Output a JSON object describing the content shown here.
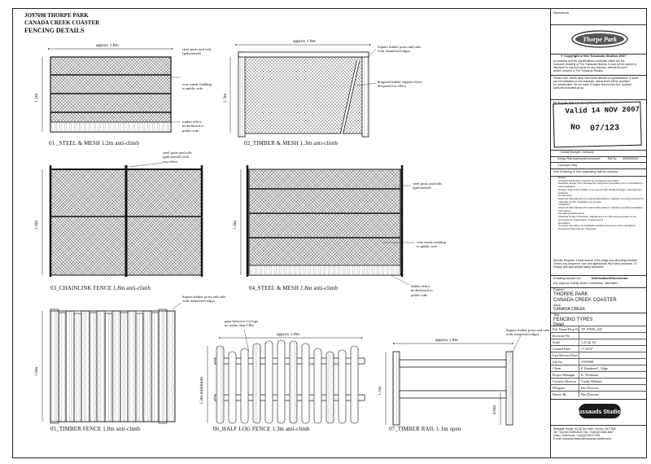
{
  "header": {
    "job": "JO97698 THORPE PARK",
    "project": "CANADA CREEK COASTER",
    "title": "FENCING DETAILS"
  },
  "drawings": [
    {
      "id": "d01",
      "caption": "01 _STEEL & MESH 1.2m anti-climb",
      "width_dim": "approx 1.8m",
      "height_dim": "1.2m",
      "notes": [
        "steel posts and rails\n[galvanised]",
        "wire mesh cladding\nto public side",
        "timber effect\nkickerboard to\npublic side"
      ]
    },
    {
      "id": "d02",
      "caption": "02_TIMBER & MESH 1.3m anti-climb",
      "width_dim": "approx 1.8m",
      "height_dim": "1.3m",
      "notes": [
        "Square timber posts and rails\nwith chamfered edges",
        "diagonal timber support every\n4th panel for effect"
      ]
    },
    {
      "id": "d03",
      "caption": "03_CHAINLINK FENCE 1.8m anti-climb",
      "height_dim": "1.8m",
      "notes": [
        "steel posts and rails\n[galvanised] with\nrust effect"
      ]
    },
    {
      "id": "d04",
      "caption": "04_STEEL & MESH 1.8m anti-climb",
      "height_dim": "1.8m",
      "notes": [
        "steel posts and rails\n[galvanised]",
        "wire mesh cladding\nto public side",
        "timber effect\nkickerboard to\npublic side"
      ]
    },
    {
      "id": "d05",
      "caption": "05_TIMBER FENCE 1.8m anti-climb",
      "height_dim": "1.8m",
      "notes": [
        "Square timber posts and rails\nwith chamfered edges"
      ]
    },
    {
      "id": "d06",
      "caption": "06_HALF LOG FENCE 1.3m anti-climb",
      "width_dim": "approx 1.8m",
      "height_dim": "1.3m minimum",
      "notes": [
        "gaps between 1/2 logs\nno wider than 0.8m"
      ]
    },
    {
      "id": "d07",
      "caption": "07_TIMBER RAIL 1.1m open",
      "width_dim": "approx 1.8m",
      "height_dim": "1.1m",
      "sub_dim": "0.6m",
      "notes": [
        "Square timber posts and rails\nwith chamfered edges"
      ]
    }
  ],
  "title_block": {
    "alterations_label": "Alterations",
    "logo_text": "Thorpe Park",
    "copyright_title": "© Copyright of the Tussauds Studios 2007",
    "copyright_body": "No drawing and the specifications contained within are the\nexclusive property of The Tussauds Studios. It may not be copied or\ndisclosed to any third party for any purpose, without the prior\nwritten consent of The Tussauds Studios.",
    "notes_body": "Please note, where dims have been allowed or specifications. If items\nare not indicated on the drawings, actual sizes will be provided\nfor construction. Do not scale to match shown from the, nominal\nsizes are indicated as so.",
    "read_with": "PLEASE READ IN CONJUNCTION WITH:",
    "read_with_ref": "TP_97698",
    "stamp": {
      "valid": "Valid",
      "date": "14 NOV 2007",
      "no_label": "No",
      "number": "07/123"
    },
    "budget_label": "Detail Budget / Artwork",
    "risk_label": "Design Risk Assessment produced",
    "risk_ref": "Ref No",
    "risk_ref_value": "0000000000",
    "concept_label": "Concept Only",
    "see_label": "See Drawing & Info regarding further actions",
    "checklist": [
      "Design",
      "Architectural Design required by competent specialists",
      "Attached design to be checked by competent specialist prior to manufacture and installation",
      "Design / Risk responsibility to be issued with detailed design / development products",
      "Construction",
      "Attached Manufacturer/Contractor/Specialist to indicate reporting inspections materials and/or installation as needed",
      "Installation",
      "Attached Manufacturer/Contractor/Specialist to indicate reporting installation information",
      "Operating Maintenance",
      "Attached Project Operation, Maintenance & H&S documentation to be consulted for maintenance requirements",
      "Demolition",
      "Consider demolition & installation details and access when designing",
      "Preserved Wheelhouse inspection"
    ],
    "specific_note": "Specific Request: a tests license of the stage and allocating machine notices any sequence, use, and appropriate H&S have produced. To comply with appropriate safety standards.",
    "status_label": "Drawing issued for:",
    "status_value": "Information/Discussion",
    "status_options": "Any, Approval, Activity, tender, Construction, Information",
    "project_label": "Project:",
    "project_lines": [
      "THORPE PARK",
      "CANADA CREEK COASTER"
    ],
    "area_label": "Area:",
    "area_value": "CANADA CREEK",
    "title_label": "Title:",
    "title_lines": [
      "FENCING TYPES",
      "Detail"
    ],
    "fields": [
      {
        "k": "File Name/Dwg No",
        "v": "TP_97698_205"
      },
      {
        "k": "Revision No",
        "v": ""
      },
      {
        "k": "Scale",
        "v": "1:25 @ A2"
      },
      {
        "k": "Created Date",
        "v": "17.10.07"
      },
      {
        "k": "Last Revised Date",
        "v": ""
      },
      {
        "k": "Job No",
        "v": "JO97698"
      },
      {
        "k": "Client",
        "v": "P. Rendsen/C. Edge"
      },
      {
        "k": "Project Manager",
        "v": "K. Workman"
      },
      {
        "k": "Creative Director",
        "v": "Candy Holland"
      },
      {
        "k": "Designer",
        "v": "Bea Dowson"
      },
      {
        "k": "Drawn By",
        "v": "Bea Dowson"
      }
    ],
    "studio_name": "Tussauds Studios",
    "address": "Westgate House, 44-46 The Hale, London, N17 9NE\nTel: +44(0)20 8365 8641  Fax: +44(0)20 8365 4867\nVideo Conference: +44(0)20 8219 1151\nE-mail: tussauds.studios@tussauds-studios.com"
  }
}
